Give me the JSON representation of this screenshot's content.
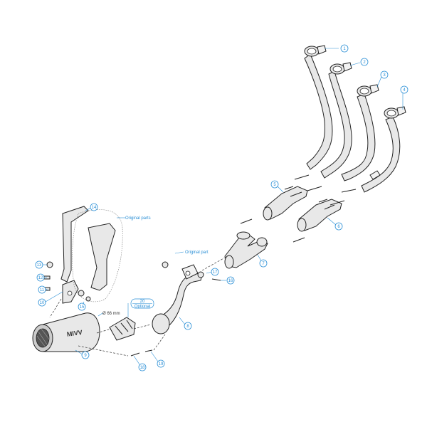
{
  "callouts": {
    "c1": "1",
    "c2": "2",
    "c3": "3",
    "c4": "4",
    "c5": "5",
    "c6": "6",
    "c7": "7",
    "c8": "8",
    "c9": "9",
    "c10": "10",
    "c11": "11",
    "c12": "12",
    "c13": "13",
    "c14": "14",
    "c15": "15",
    "c16": "16",
    "c17": "17",
    "c18": "18",
    "c19": "19",
    "c20": "20"
  },
  "labels": {
    "original_parts": "Original parts",
    "original_part": "Original part",
    "optional": "Optional",
    "diameter": "Ø 66 mm"
  },
  "brand": {
    "logo_text": "MIVV"
  },
  "colors": {
    "accent": "#2a8fd6",
    "line": "#222222"
  }
}
